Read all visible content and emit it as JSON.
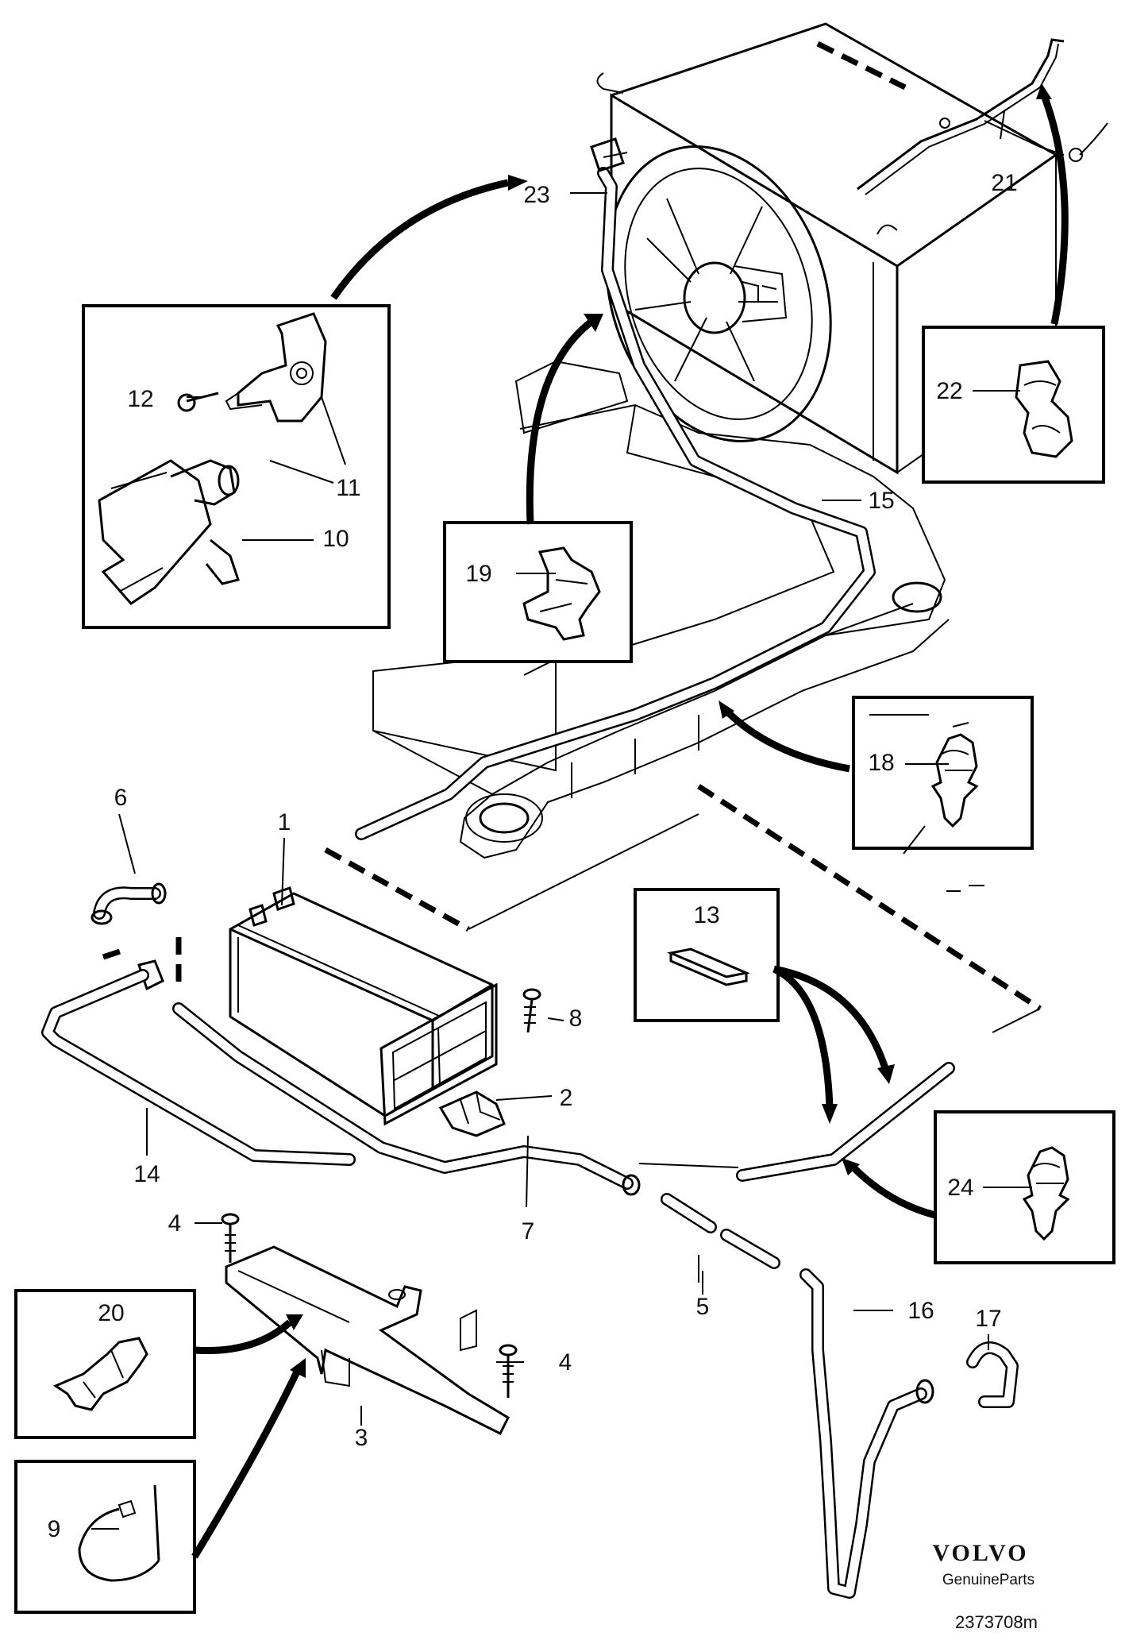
{
  "callouts": {
    "c1": "1",
    "c2": "2",
    "c3": "3",
    "c4a": "4",
    "c4b": "4",
    "c5": "5",
    "c6": "6",
    "c7": "7",
    "c8": "8",
    "c9": "9",
    "c10": "10",
    "c11": "11",
    "c12": "12",
    "c13": "13",
    "c14": "14",
    "c15": "15",
    "c16": "16",
    "c17": "17",
    "c18": "18",
    "c19": "19",
    "c20": "20",
    "c21": "21",
    "c22": "22",
    "c23": "23",
    "c24": "24"
  },
  "brand": {
    "name": "VOLVO",
    "tagline": "GenuineParts"
  },
  "part_number": "2373708m"
}
